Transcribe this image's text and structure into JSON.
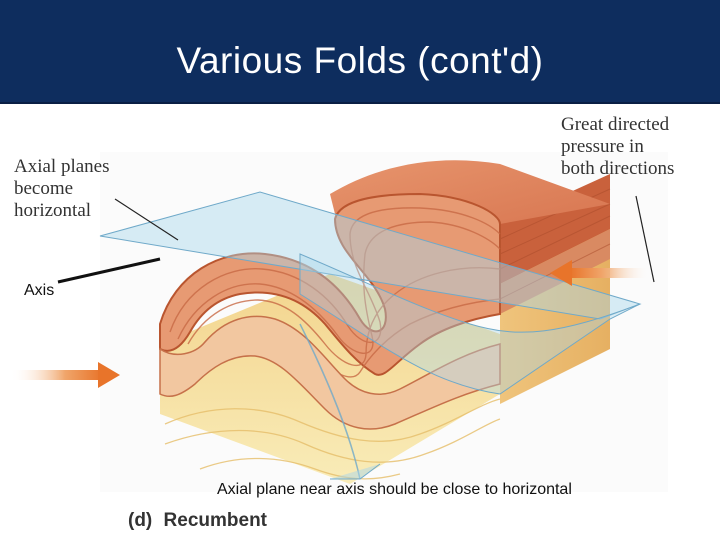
{
  "slide": {
    "title": "Various Folds (cont'd)"
  },
  "labels": {
    "axial_planes_line1": "Axial planes",
    "axial_planes_line2": "become",
    "axial_planes_line3": "horizontal",
    "pressure_line1": "Great directed",
    "pressure_line2": "pressure in",
    "pressure_line3": "both directions",
    "axis": "Axis",
    "axial_note": "Axial plane near axis should be close to horizontal",
    "figure_letter": "(d)",
    "figure_name": "Recumbent"
  },
  "colors": {
    "title_bg": "#0e2d5e",
    "title_text": "#ffffff",
    "rock_red": "#d9714f",
    "rock_orange": "#e8a070",
    "rock_tan": "#f0c890",
    "rock_yellow": "#f7e2a0",
    "plane_blue": "#a9d6ea",
    "arrow_orange": "#e8742a"
  }
}
